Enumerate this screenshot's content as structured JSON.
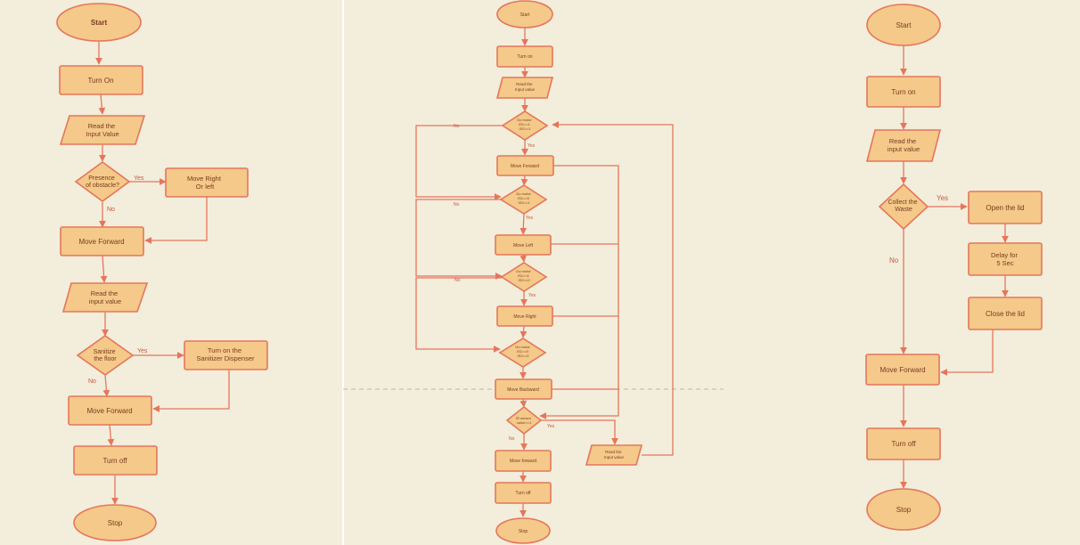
{
  "colors": {
    "background": "#f3eddc",
    "node_fill": "#f4c989",
    "node_stroke": "#e5765b",
    "edge": "#e5765b",
    "text": "#7a3a22"
  },
  "flow1": {
    "start": "Start",
    "turn_on": "Turn On",
    "read1": [
      "Read the",
      "Input Value"
    ],
    "obstacle": [
      "Presence",
      "of obstacle?"
    ],
    "move_right_left": [
      "Move Right",
      "Or left"
    ],
    "move_forward1": "Move Forward",
    "read2": [
      "Read the",
      "input value"
    ],
    "sanitize": [
      "Sanitize",
      "the floor"
    ],
    "dispenser": [
      "Turn on the",
      "Sanitizer Dispenser"
    ],
    "move_forward2": "Move Forward",
    "turn_off": "Turn off",
    "stop": "Stop",
    "yes": "Yes",
    "no": "No"
  },
  "flow2": {
    "start": "Start",
    "turn_on": "Turn on",
    "read": [
      "Read the",
      "Input value"
    ],
    "cond1": [
      "Go motor",
      "IS1==1",
      "IS2==1"
    ],
    "move_forward": "Move Forward",
    "cond2": [
      "Go motor",
      "IS1==0",
      "IS2==1"
    ],
    "move_left": "Move Left",
    "cond3": [
      "Go motor",
      "IS1==1",
      "IS2==0"
    ],
    "move_right": "Move Right",
    "cond4": [
      "Go motor",
      "IS1==0",
      "IS2==0"
    ],
    "move_backward": "Move Backward",
    "cond5": [
      "IR sensor",
      "value==1"
    ],
    "read_right": [
      "Read the",
      "Input value"
    ],
    "move_forward2": "Move forward",
    "turn_off": "Turn off",
    "stop": "Stop",
    "yes": "Yes",
    "no": "No"
  },
  "flow3": {
    "start": "Start",
    "turn_on": "Turn on",
    "read": [
      "Read the",
      "input value"
    ],
    "collect": [
      "Collect the",
      "Waste"
    ],
    "open_lid": "Open the lid",
    "delay": [
      "Delay for",
      "5 Sec"
    ],
    "close_lid": "Close the lid",
    "move_forward": "Move Forward",
    "turn_off": "Turn off",
    "stop": "Stop",
    "yes": "Yes",
    "no": "No"
  }
}
